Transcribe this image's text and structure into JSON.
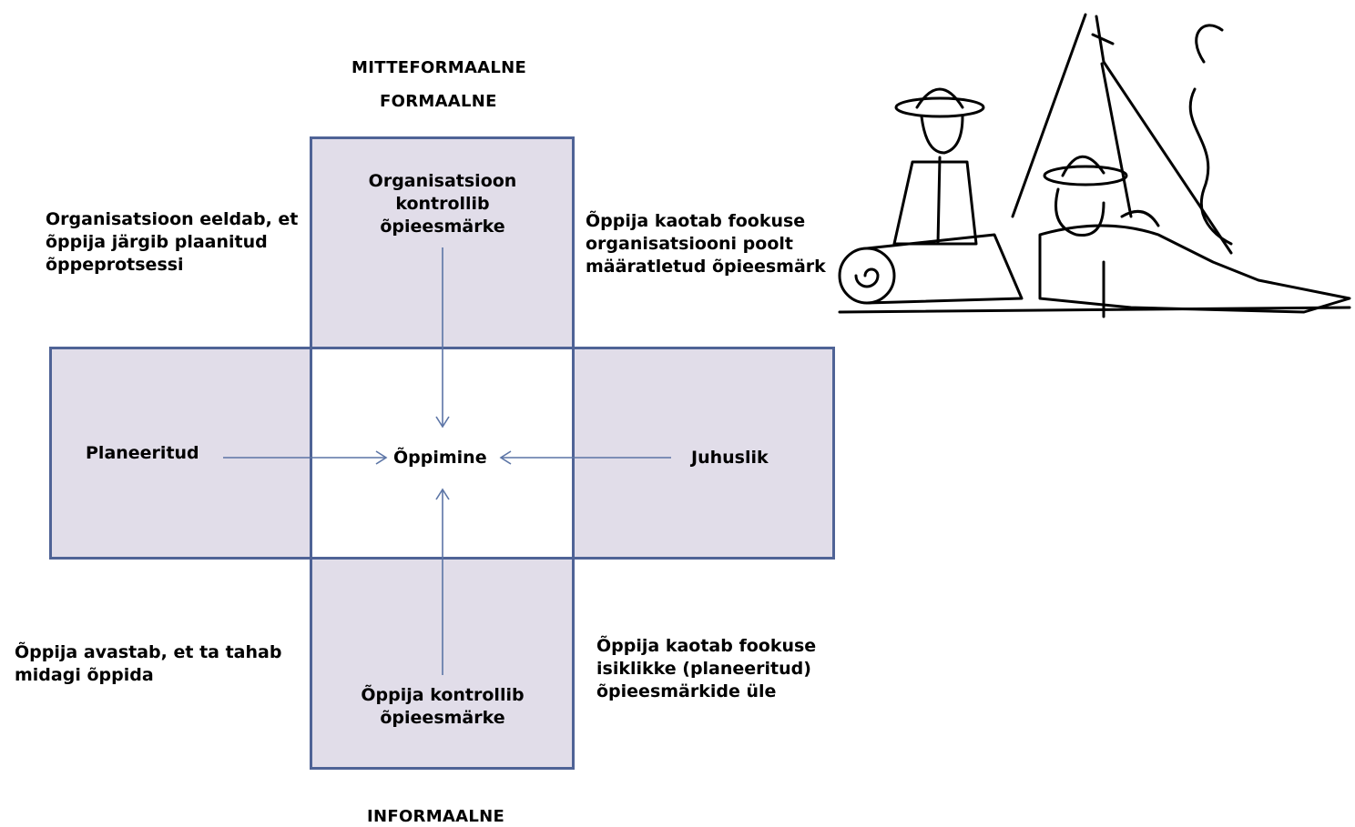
{
  "axes": {
    "top_1": "MITTEFORMAALNE",
    "top_2": "FORMAALNE",
    "bottom": "INFORMAALNE"
  },
  "boxes": {
    "top": [
      "Organisatsioon",
      "kontrollib",
      "õpieesmärke"
    ],
    "left": "Planeeritud",
    "center": "Õppimine",
    "right": "Juhuslik",
    "bottom": [
      "Õppija kontrollib",
      "õpieesmärke"
    ]
  },
  "notes": {
    "top_left": [
      "Organisatsioon eeldab, et",
      "õppija järgib plaanitud",
      "õppeprotsessi"
    ],
    "top_right": [
      "Õppija kaotab fookuse",
      "organisatsiooni poolt",
      "määratletud õpieesmärk"
    ],
    "bottom_left": [
      "Õppija avastab, et ta tahab",
      "midagi õppida"
    ],
    "bottom_right": [
      "Õppija kaotab fookuse",
      "isiklikke (planeeritud)",
      "õpieesmärkide üle"
    ]
  },
  "colors": {
    "box_fill": "#e1dde9",
    "box_border": "#4f6396",
    "arrow": "#5c75a6"
  },
  "illustration": {
    "icon": "scouts-camp-illustration"
  }
}
